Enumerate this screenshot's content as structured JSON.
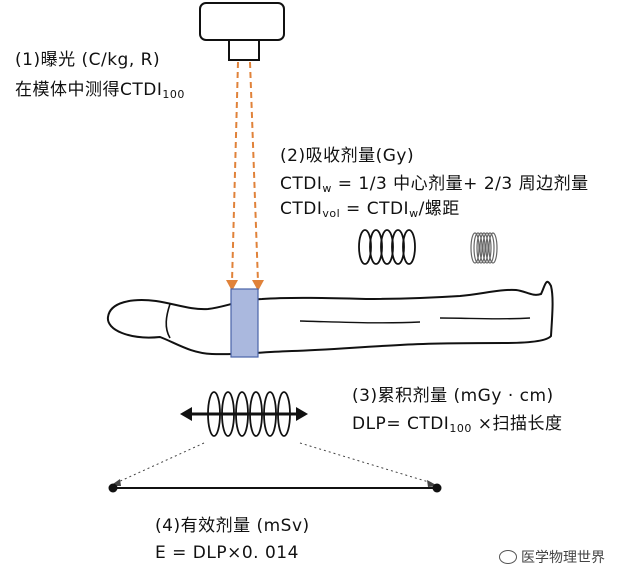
{
  "labels": {
    "exposure": {
      "line1": "(1)曝光 (C/kg, R)",
      "line2_prefix": "在模体中测得CTDI",
      "line2_sub": "100"
    },
    "absorbed": {
      "title": "(2)吸收剂量(Gy)",
      "formula1_prefix": "CTDI",
      "formula1_sub": "w",
      "formula1_rest": " = 1/3 中心剂量+ 2/3 周边剂量",
      "formula2_prefix": "CTDI",
      "formula2_sub": "vol",
      "formula2_mid": " = CTDI",
      "formula2_sub2": "w",
      "formula2_rest": "/螺距"
    },
    "accumulated": {
      "title": "(3)累积剂量 (mGy · cm)",
      "formula_prefix": "DLP= CTDI",
      "formula_sub": "100",
      "formula_rest": " ×扫描长度"
    },
    "effective": {
      "title": "(4)有效剂量 (mSv)",
      "formula": "E = DLP×0. 014"
    }
  },
  "watermark": "医学物理世界",
  "colors": {
    "beam": "#e0823a",
    "scan_region": "#aab8de",
    "scan_region_border": "#4a63a8",
    "line": "#111111"
  }
}
